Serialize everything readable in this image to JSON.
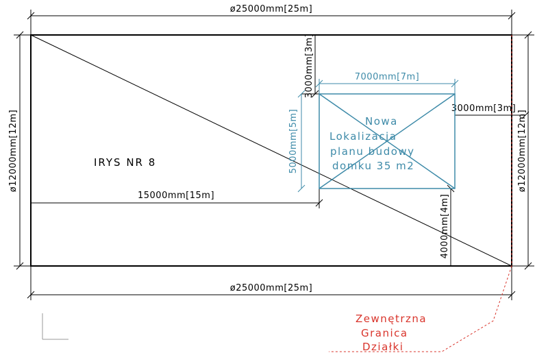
{
  "plot": {
    "name": "IRYS NR 8",
    "top_width": "ø25000mm[25m]",
    "bottom_width": "ø25000mm[25m]",
    "left_height": "ø12000mm[12m]",
    "right_height": "ø12000mm[12m]",
    "offset_left": "15000mm[15m]",
    "offset_top": "3000mm[3m]",
    "offset_bottom": "4000mm[4m]",
    "offset_right": "3000mm[3m]"
  },
  "house": {
    "width": "7000mm[7m]",
    "height": "5000mm[5m]",
    "lines": [
      "Nowa",
      "Lokalizacja",
      "planu budowy",
      "domku 35 m2"
    ],
    "color": "#3d8aa8"
  },
  "boundary": {
    "lines": [
      "Zewnętrzna",
      "Granica",
      "Działki"
    ],
    "color": "#d9342b"
  }
}
